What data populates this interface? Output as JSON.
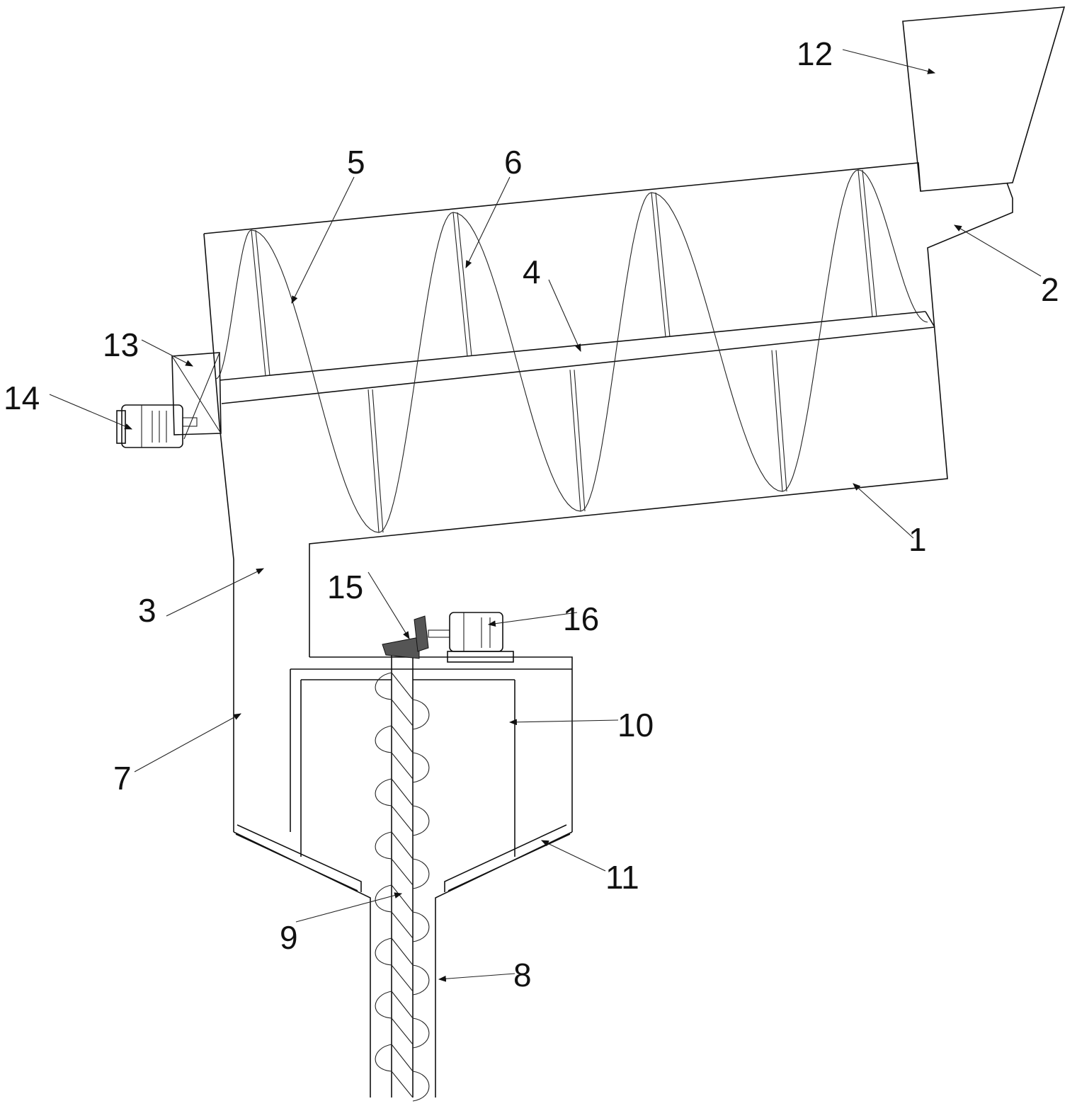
{
  "figure": {
    "labels": [
      "1",
      "2",
      "3",
      "4",
      "5",
      "6",
      "7",
      "8",
      "9",
      "10",
      "11",
      "12",
      "13",
      "14",
      "15",
      "16"
    ]
  },
  "colors": {
    "line": "#111111",
    "background": "#ffffff"
  }
}
